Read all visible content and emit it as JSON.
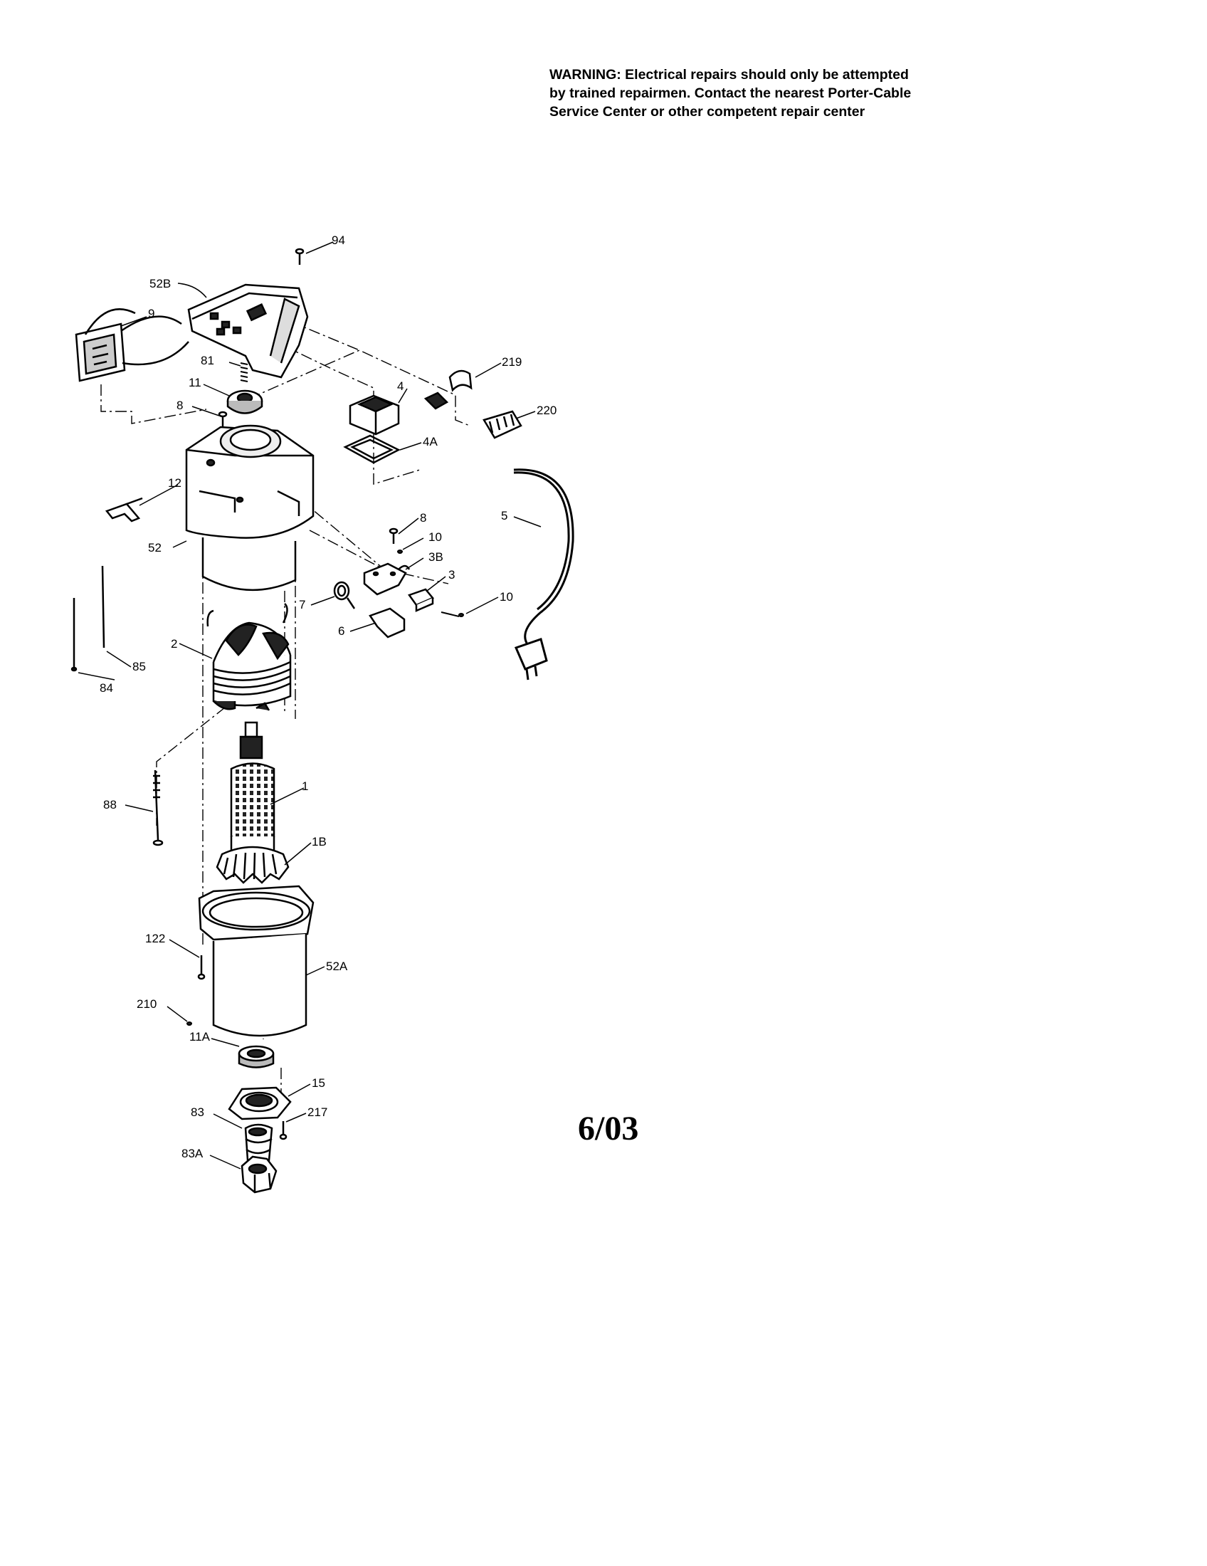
{
  "warning": {
    "line1": "WARNING: Electrical repairs should only be attempted",
    "line2": "by trained repairmen. Contact the nearest Porter-Cable",
    "line3": "Service Center or other competent repair center"
  },
  "date_code": "6/03",
  "parts": {
    "p52B": "52B",
    "p94": "94",
    "p9": "9",
    "p81": "81",
    "p11": "11",
    "p8a": "8",
    "p219": "219",
    "p220": "220",
    "p4": "4",
    "p4A": "4A",
    "p12": "12",
    "p52": "52",
    "p5": "5",
    "p8b": "8",
    "p10a": "10",
    "p3B": "3B",
    "p3": "3",
    "p7": "7",
    "p10b": "10",
    "p6": "6",
    "p2": "2",
    "p85": "85",
    "p84": "84",
    "p1": "1",
    "p88": "88",
    "p1B": "1B",
    "p122": "122",
    "p52A": "52A",
    "p210": "210",
    "p11A": "11A",
    "p15": "15",
    "p83": "83",
    "p217": "217",
    "p83A": "83A"
  }
}
